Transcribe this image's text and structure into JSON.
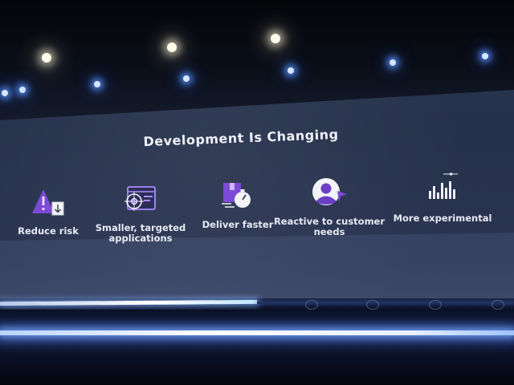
{
  "slide": {
    "title": "Development Is Changing",
    "features": [
      {
        "label": "Reduce risk",
        "icon": "warning-download-icon"
      },
      {
        "label": "Smaller, targeted applications",
        "icon": "target-window-icon"
      },
      {
        "label": "Deliver faster",
        "icon": "package-stopwatch-icon"
      },
      {
        "label": "Reactive to customer needs",
        "icon": "customer-arrow-icon"
      },
      {
        "label": "More experimental",
        "icon": "bar-chart-icon"
      }
    ]
  },
  "colors": {
    "accent_purple": "#7c4ad6",
    "accent_light_purple": "#a98bff",
    "slide_text": "#e6e9f3",
    "stage_light": "#b8d4ff"
  }
}
